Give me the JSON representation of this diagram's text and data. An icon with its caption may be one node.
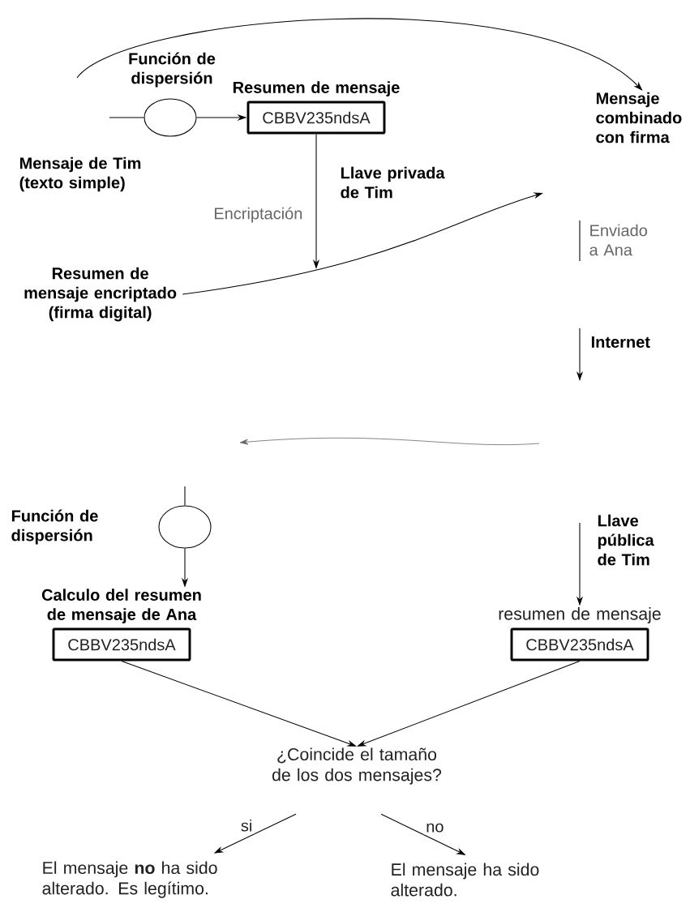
{
  "diagram": {
    "nodes": [
      {
        "text": [],
        "shape": "circle",
        "beside": [
          "Función de dispersión"
        ]
      },
      {
        "text": [
          "Resumen de mensaje",
          "CBBV235ndsA"
        ]
      },
      {
        "text": [
          "Mensaje combinado con firma"
        ]
      },
      {
        "text": [
          "Resumen de mensaje encriptado (firma digital)"
        ]
      },
      {
        "text": [],
        "shape": "circle",
        "beside": [
          "Función de dispersión"
        ]
      },
      {
        "text": [
          "Calculo del resumen de mensaje de Ana",
          "CBBV235ndsA"
        ]
      },
      {
        "text": [
          "resumen de mensaje",
          "CBBV235ndsA"
        ]
      },
      {
        "text": [
          "¿Coincide el tamaño de los dos mensajes?"
        ]
      },
      {
        "text": [
          "El mensaje **no** ha sido alterado. Es legítimo."
        ]
      },
      {
        "text": [
          "El mensaje ha sido alterado."
        ]
      }
    ],
    "edges": [
      {
        "from": null,
        "to": 0,
        "arrow": "none"
      },
      {
        "from": 0,
        "to": 1,
        "arrow": "to"
      },
      {
        "from": null,
        "to": 2,
        "arrow": "to"
      },
      {
        "from": 1,
        "to": null,
        "arrow": "to"
      },
      {
        "from": 3,
        "to": null,
        "arrow": "to"
      },
      {
        "from": null,
        "to": 4,
        "arrow": "none"
      },
      {
        "from": 4,
        "to": 5,
        "arrow": "to"
      },
      {
        "from": null,
        "to": 6,
        "arrow": "to"
      },
      {
        "from": 5,
        "to": 7,
        "arrow": "to"
      },
      {
        "from": 6,
        "to": 7,
        "arrow": "to"
      },
      {
        "from": 7,
        "to": 8,
        "arrow": "to",
        "label": "si"
      },
      {
        "from": 7,
        "to": 9,
        "arrow": "to",
        "label": "no"
      }
    ],
    "labels": [
      "Mensaje de Tim (texto simple)",
      "Llave privada de Tim",
      "Encriptación",
      "Enviado a Ana",
      "Internet",
      "Llave pública de Tim"
    ]
  }
}
